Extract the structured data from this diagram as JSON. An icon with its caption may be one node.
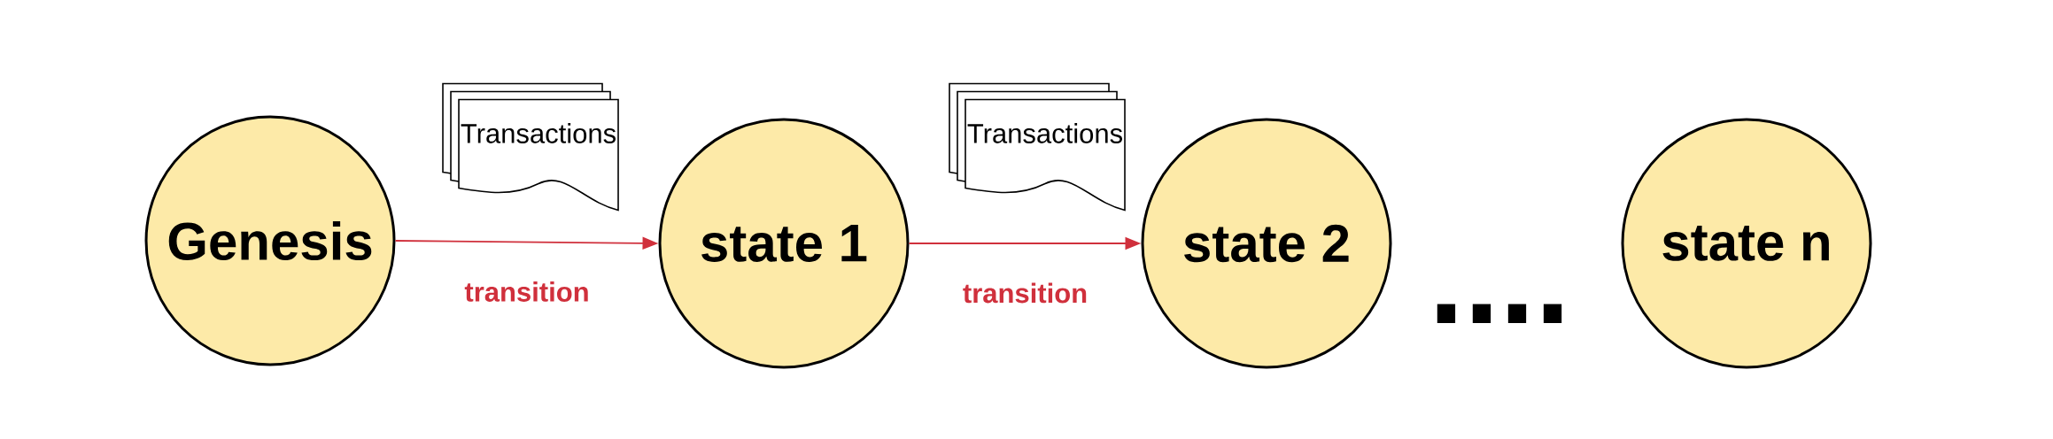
{
  "diagram": {
    "nodes": [
      {
        "text": [
          "Genesis"
        ]
      },
      {
        "text": [
          "Transactions"
        ]
      },
      {
        "text": [
          "state 1"
        ]
      },
      {
        "text": [
          "Transactions"
        ]
      },
      {
        "text": [
          "state 2"
        ]
      },
      {
        "text": [
          "state n"
        ]
      }
    ],
    "edges": [
      {
        "from": 0,
        "to": 2,
        "arrow": "to",
        "label": "transition"
      },
      {
        "from": 2,
        "to": 4,
        "arrow": "to",
        "label": "transition"
      }
    ],
    "labels": [
      "...."
    ]
  }
}
